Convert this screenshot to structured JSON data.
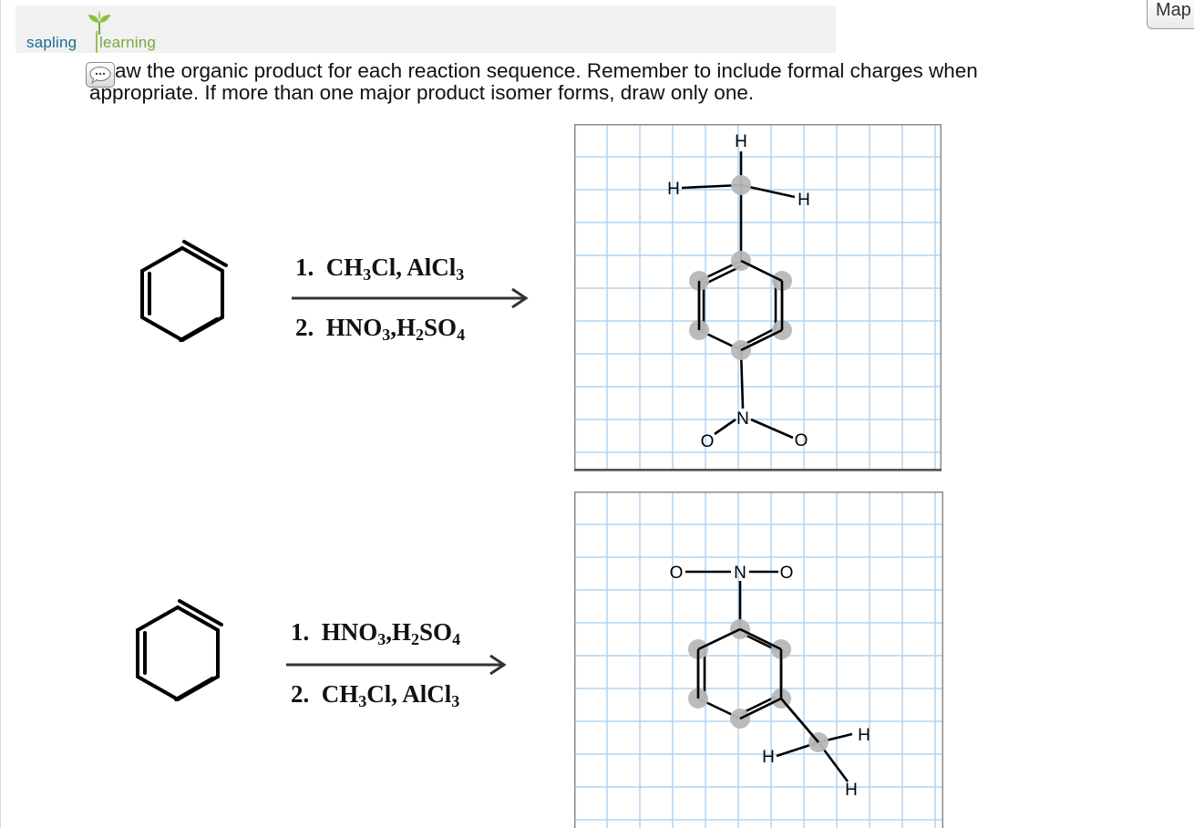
{
  "header": {
    "logo_text_primary": "sapling",
    "logo_text_secondary": "learning",
    "map_button_label": "Map"
  },
  "instructions": {
    "line1": "aw the organic product for each reaction sequence. Remember to include formal charges when",
    "line2": "appropriate. If more than one major product isomer forms, draw only one."
  },
  "reactions": [
    {
      "steps": [
        {
          "num": "1.",
          "parts": [
            [
              "CH",
              "3"
            ],
            [
              "Cl,   AlCl",
              "3"
            ]
          ]
        },
        {
          "num": "2.",
          "parts": [
            [
              "HNO",
              "3"
            ],
            [
              ",H",
              "2"
            ],
            [
              "SO",
              "4"
            ]
          ]
        }
      ],
      "product_labels": {
        "h_top": "H",
        "h_left": "H",
        "h_right": "H",
        "n": "N",
        "o_left": "O",
        "o_right": "O"
      }
    },
    {
      "steps": [
        {
          "num": "1.",
          "parts": [
            [
              "HNO",
              "3"
            ],
            [
              ",H",
              "2"
            ],
            [
              "SO",
              "4"
            ]
          ]
        },
        {
          "num": "2.",
          "parts": [
            [
              "CH",
              "3"
            ],
            [
              "Cl,   AlCl",
              "3"
            ]
          ]
        }
      ],
      "product_labels": {
        "o_left": "O",
        "n": "N",
        "o_right": "O",
        "h_left": "H",
        "h_right": "H",
        "h_bottom": "H"
      }
    }
  ],
  "colors": {
    "grid_line": "#b3d3ee",
    "grid_border": "#8a8a8a",
    "atom_marker": "#b8b8b8",
    "logo_blue": "#1d6b8f",
    "logo_green": "#7aa83a"
  }
}
